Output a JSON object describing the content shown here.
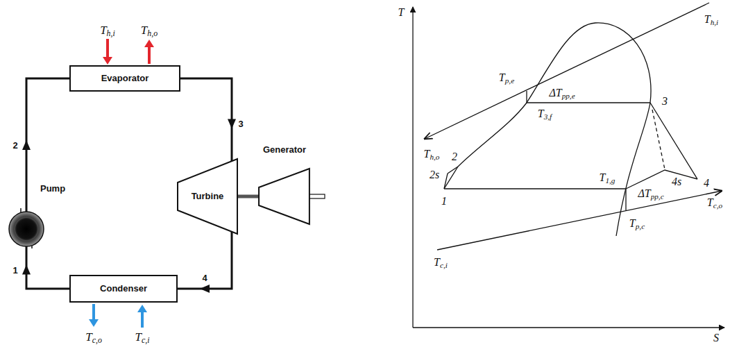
{
  "diagram": {
    "nodes": [
      {
        "text": [
          "Evaporator"
        ]
      },
      {
        "text": [
          "Pump"
        ]
      },
      {
        "text": [
          "Turbine"
        ]
      },
      {
        "text": [
          "Generator"
        ]
      },
      {
        "text": [
          "Condenser"
        ]
      }
    ],
    "edges": [
      {
        "from": 1,
        "to": 0,
        "arrow": "to",
        "label": "2"
      },
      {
        "from": 0,
        "to": 2,
        "arrow": "to",
        "label": "3"
      },
      {
        "from": 2,
        "to": 4,
        "arrow": "to",
        "label": "4"
      },
      {
        "from": 4,
        "to": 1,
        "arrow": "to",
        "label": "1"
      },
      {
        "from": 2,
        "to": 3,
        "arrow": "none"
      }
    ],
    "labels": [
      "Th,i",
      "Th,o",
      "Tc,o",
      "Tc,i",
      "T",
      "S",
      "Th,i",
      "Tp,e",
      "ΔTpp,e",
      "T3,f",
      "3",
      "Th,o",
      "2",
      "2s",
      "1",
      "T1,g",
      "ΔTpp,c",
      "Tc,o",
      "4s",
      "4",
      "Tp,c",
      "Tc,i"
    ]
  }
}
